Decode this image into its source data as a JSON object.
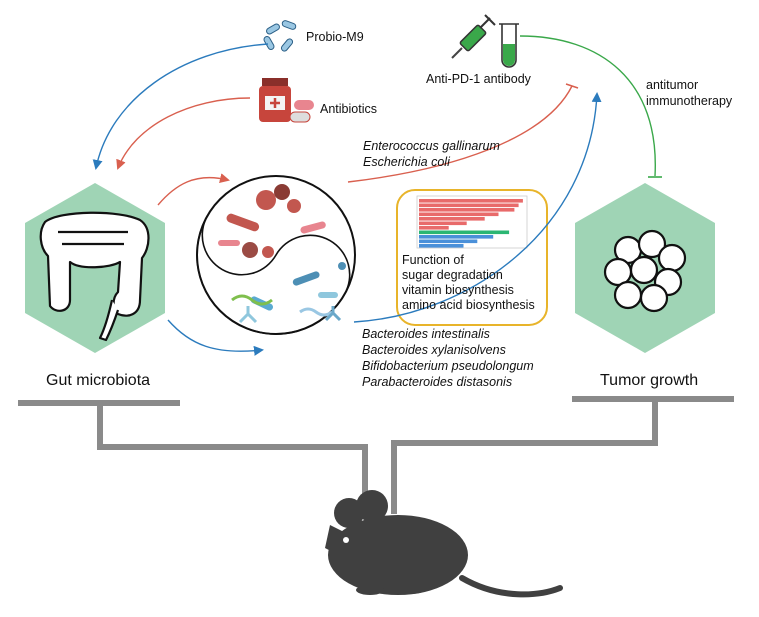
{
  "labels": {
    "probio": "Probio-M9",
    "antibiotics": "Antibiotics",
    "antibody": "Anti-PD-1 antibody",
    "antitumor_1": "antitumor",
    "antitumor_2": "immunotherapy",
    "gut": "Gut microbiota",
    "tumor": "Tumor growth"
  },
  "harmful_species": [
    "Enterococcus gallinarum",
    "Escherichia coli"
  ],
  "beneficial_species": [
    "Bacteroides intestinalis",
    "Bacteroides xylanisolvens",
    "Bifidobacterium pseudolongum",
    "Parabacteroides distasonis"
  ],
  "function_box": {
    "lines": [
      "Function of",
      "sugar degradation",
      "vitamin  biosynthesis",
      "amino acid biosynthesis"
    ],
    "bar_values": [
      0.98,
      0.94,
      0.9,
      0.75,
      0.62,
      0.45,
      0.28,
      0.85,
      0.7,
      0.55,
      0.42
    ],
    "bar_colors": [
      "#e86a6a",
      "#e86a6a",
      "#e86a6a",
      "#e86a6a",
      "#e86a6a",
      "#e86a6a",
      "#e86a6a",
      "#2bb673",
      "#4a90d9",
      "#4a90d9",
      "#4a90d9"
    ]
  },
  "colors": {
    "blue_arrow": "#2b7bbd",
    "red_arrow": "#d9604f",
    "green_arrow": "#3aa84a",
    "hexagon": "#9fd4b5",
    "scale": "#8a8a8a",
    "mouse": "#404040",
    "box_border": "#e8b42a"
  }
}
